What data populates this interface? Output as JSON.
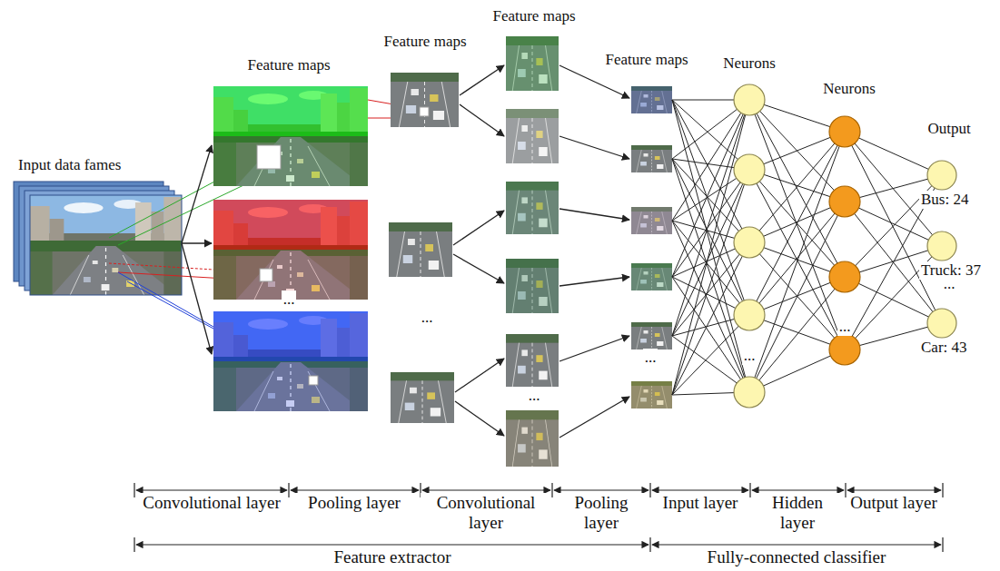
{
  "diagram": {
    "labels": [
      "Input data fames",
      "Feature maps",
      "Feature maps",
      "Feature maps",
      "Feature maps",
      "Neurons",
      "Neurons",
      "Output",
      "...",
      "...",
      "...",
      "...",
      "...",
      "...",
      "Bus: 24",
      "Truck: 37",
      "...",
      "Car: 43",
      "Convolutional layer",
      "Pooling layer",
      "Convolutional layer",
      "Pooling layer",
      "Input layer",
      "Hidden layer",
      "Output layer",
      "Feature extractor",
      "Fully-connected classifier"
    ]
  }
}
